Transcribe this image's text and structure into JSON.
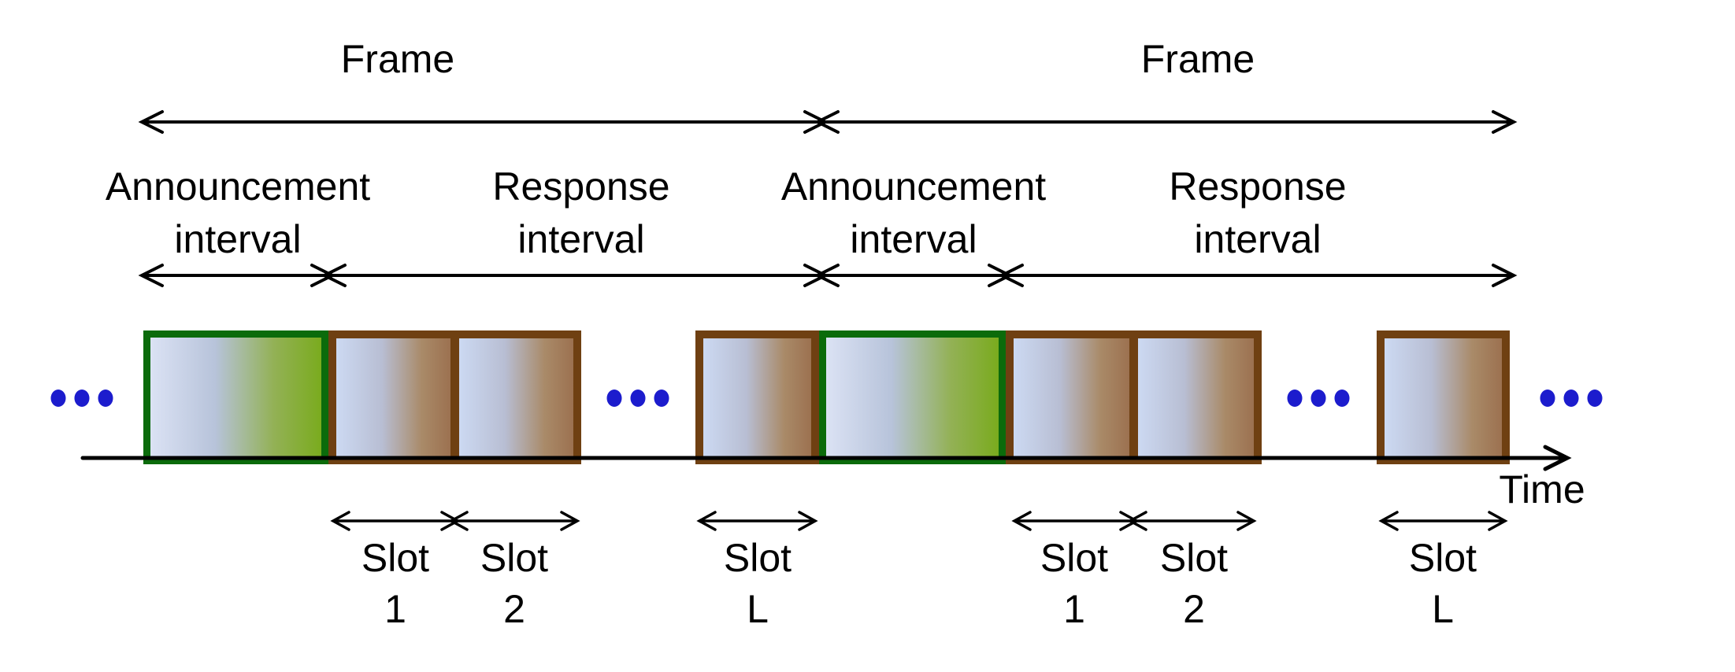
{
  "frames": [
    {
      "frame_label": "Frame",
      "announcement_interval_label": [
        "Announcement",
        "interval"
      ],
      "response_interval_label": [
        "Response",
        "interval"
      ],
      "slots": [
        {
          "label": [
            "Slot",
            "1"
          ]
        },
        {
          "label": [
            "Slot",
            "2"
          ]
        },
        {
          "label": [
            "Slot",
            "L"
          ]
        }
      ]
    },
    {
      "frame_label": "Frame",
      "announcement_interval_label": [
        "Announcement",
        "interval"
      ],
      "response_interval_label": [
        "Response",
        "interval"
      ],
      "slots": [
        {
          "label": [
            "Slot",
            "1"
          ]
        },
        {
          "label": [
            "Slot",
            "2"
          ]
        },
        {
          "label": [
            "Slot",
            "L"
          ]
        }
      ]
    }
  ],
  "time_axis": {
    "label": "Time"
  },
  "colors": {
    "announcement_border": "#0b6b0b",
    "announcement_fill_left": "#dbe2f4",
    "announcement_fill_right": "#7aab1e",
    "slot_border": "#6f4012",
    "slot_fill_left": "#ccd9f2",
    "slot_fill_right": "#9c7150",
    "ellipsis_dots": "#1c1ccd",
    "lines_and_text": "#000000"
  }
}
